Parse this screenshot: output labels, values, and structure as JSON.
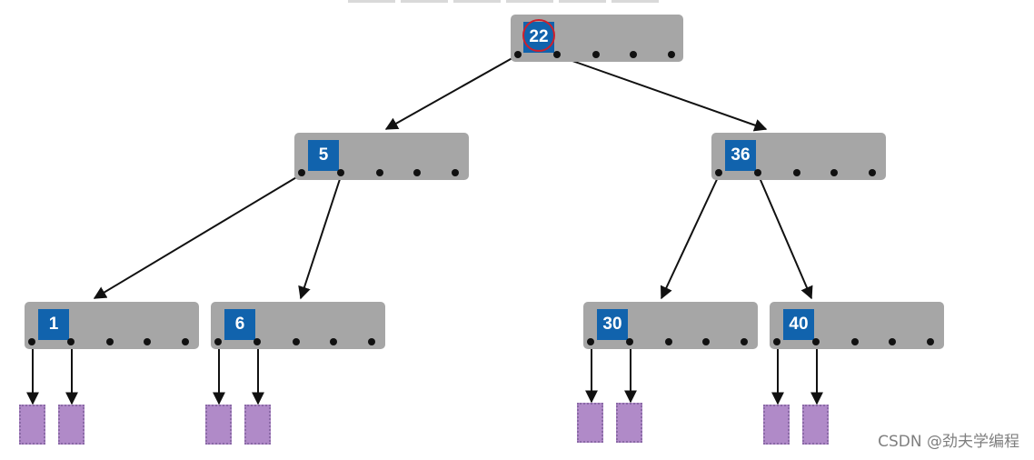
{
  "colors": {
    "node_fill": "#a6a6a6",
    "key_fill": "#1163ad",
    "key_text": "#ffffff",
    "leaf_fill": "#b08ac8",
    "edge": "#111111",
    "highlight": "#d01f2a"
  },
  "tree": {
    "root": {
      "key": "22",
      "highlighted": true
    },
    "level1": [
      {
        "key": "5"
      },
      {
        "key": "36"
      }
    ],
    "level2": [
      {
        "key": "1"
      },
      {
        "key": "6"
      },
      {
        "key": "30"
      },
      {
        "key": "40"
      }
    ]
  },
  "watermark": "CSDN @劲夫学编程"
}
